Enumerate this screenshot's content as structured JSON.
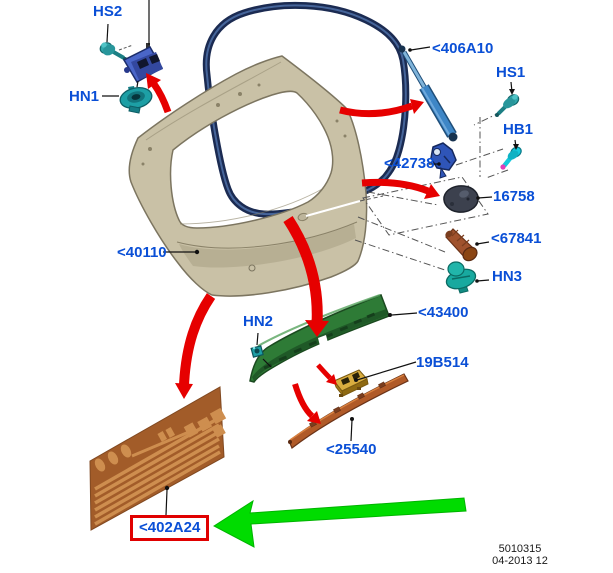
{
  "labels": {
    "hs2": "HS2",
    "hn1": "HN1",
    "s406a10": "<406A10",
    "hs1": "HS1",
    "hb1": "HB1",
    "s42738": "<42738",
    "n16758": "16758",
    "s67841": "<67841",
    "hn3": "HN3",
    "s40110": "<40110",
    "s43400": "<43400",
    "hn2": "HN2",
    "n19b514": "19B514",
    "s25540": "<25540",
    "s402a24": "<402A24"
  },
  "footer": {
    "drawing_number": "5010315",
    "date_code": "04-2013 12"
  },
  "colors": {
    "label_blue": "#0A4FD6",
    "highlight_box_red": "#E00000",
    "arrow_red": "#E60000",
    "arrow_green": "#00DC00",
    "tailgate_tan": "#C9C1A6",
    "seal_navy": "#1B2B52",
    "strut_blue": "#3E86C6",
    "trim_green": "#2E7B36",
    "defroster_brown": "#A25C29",
    "moulding_brown": "#B05A28",
    "fastener_teal": "#1D9FA5",
    "bolt_cyan": "#15C9DC",
    "lamp_gold": "#C49324"
  }
}
